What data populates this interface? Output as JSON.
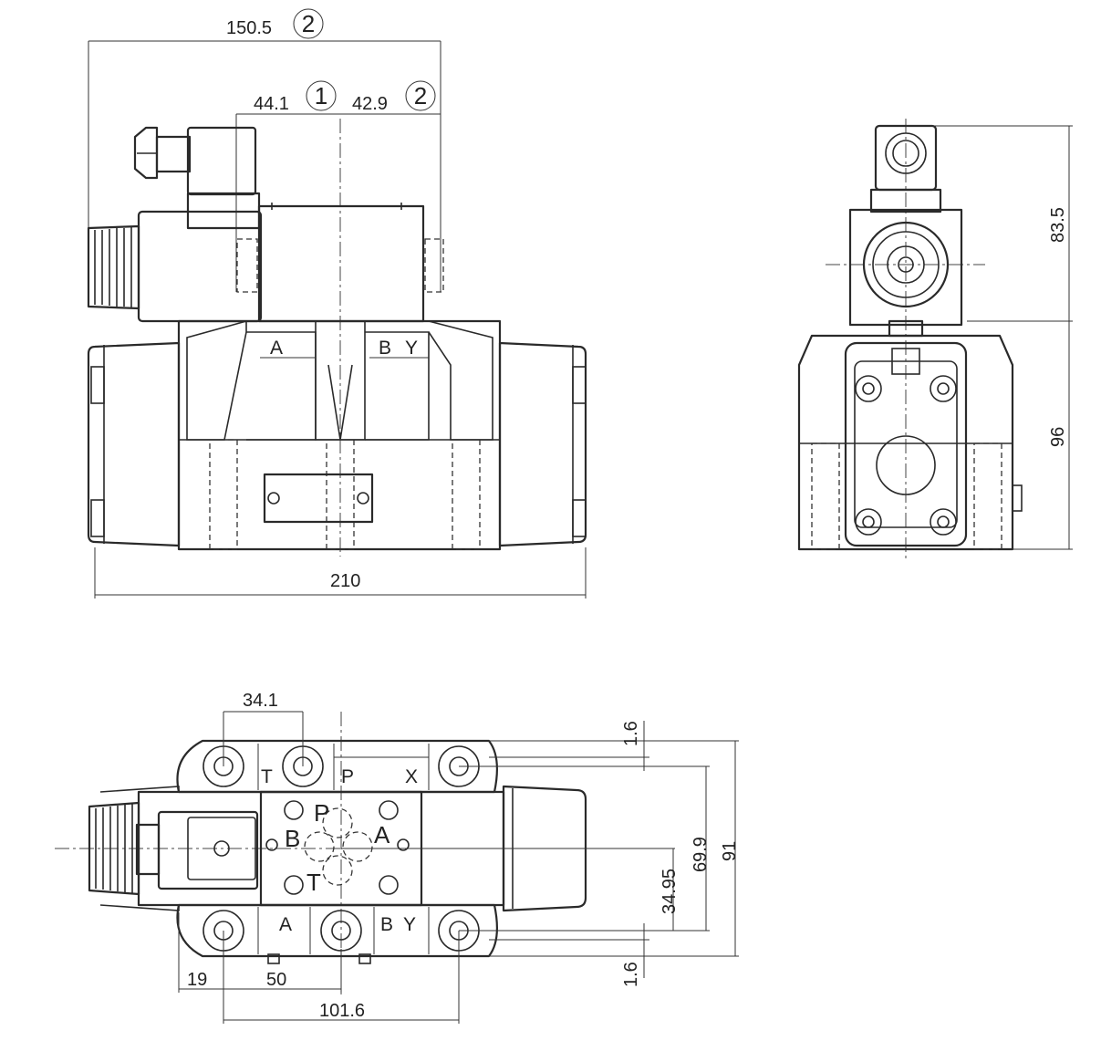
{
  "front_view": {
    "dim_overall_top": "150.5",
    "marker_overall_top": "2",
    "dim_left_offset": "44.1",
    "marker_left_offset": "1",
    "dim_right_offset": "42.9",
    "marker_right_offset": "2",
    "dim_width": "210",
    "port_a": "A",
    "port_b": "B",
    "port_y": "Y"
  },
  "side_view": {
    "dim_upper_height": "83.5",
    "dim_lower_height": "96"
  },
  "top_view": {
    "dim_port_offset": "34.1",
    "dim_gap_top": "1.6",
    "dim_gap_bottom": "1.6",
    "dim_bolt_spacing": "69.9",
    "dim_half": "34.95",
    "dim_overall": "91",
    "dim_left_edge": "19",
    "dim_port_center": "50",
    "dim_bolt_span": "101.6",
    "port_t_upper": "T",
    "port_p_upper": "P",
    "port_x_upper": "X",
    "port_a_lower": "A",
    "port_b_lower": "B",
    "port_y_lower": "Y",
    "plate_p": "P",
    "plate_b": "B",
    "plate_a": "A",
    "plate_t": "T"
  }
}
